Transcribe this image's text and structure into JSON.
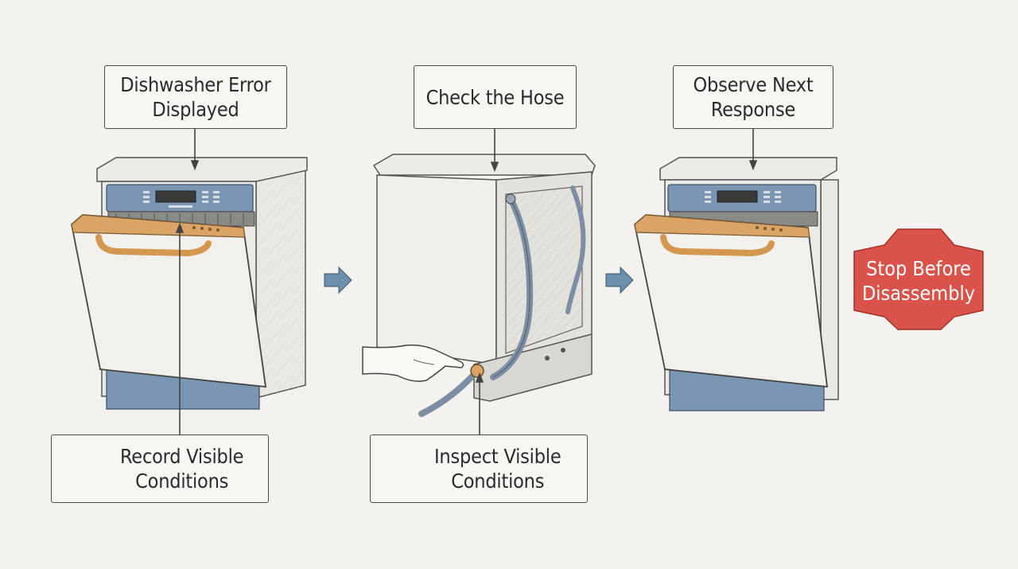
{
  "steps": {
    "error": {
      "line1": "Dishwasher Error",
      "line2": "Displayed"
    },
    "hose": {
      "line1": "Check the Hose"
    },
    "observe": {
      "line1": "Observe Next",
      "line2": "Response"
    },
    "record": {
      "line1": "Record Visible",
      "line2": "Conditions",
      "icon": "notepad-pencil-icon"
    },
    "inspect": {
      "line1": "Inspect Visible",
      "line2": "Conditions",
      "icon": "eye-icon"
    },
    "stop": {
      "line1": "Stop Before",
      "line2": "Disassembly",
      "shape": "octagon"
    }
  },
  "colors": {
    "background": "#f3f2ee",
    "panel_blue": "#7b96b2",
    "handle_orange": "#d9a466",
    "stop_red": "#d9534a",
    "arrow_blue": "#6f8fb0"
  }
}
